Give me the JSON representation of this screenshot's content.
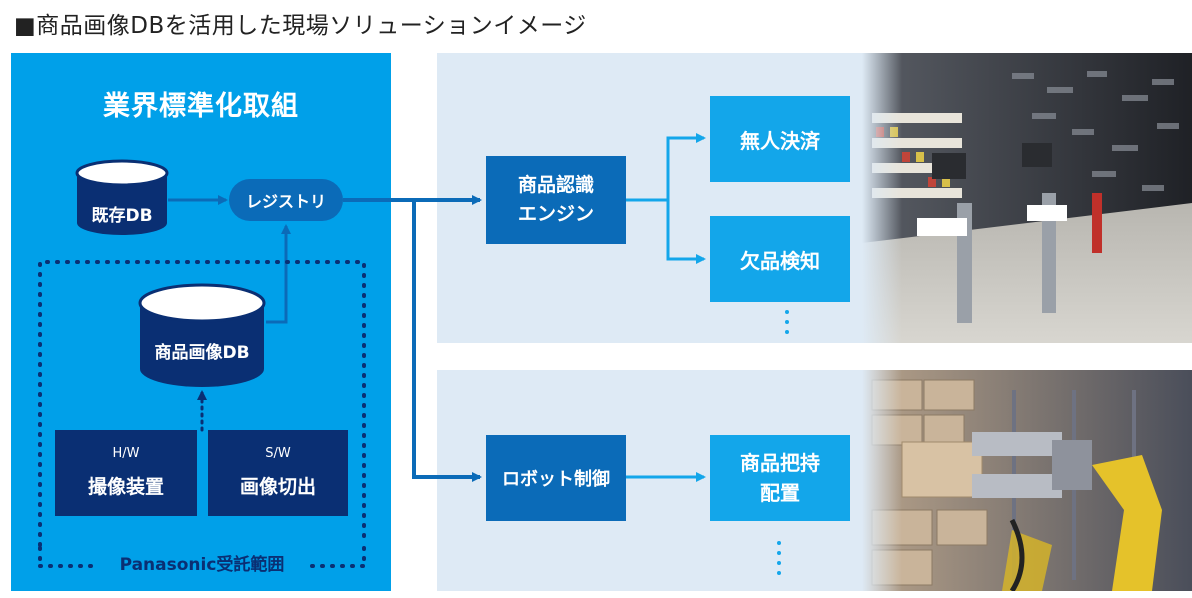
{
  "title": "■商品画像DBを活用した現場ソリューションイメージ",
  "left_panel": {
    "heading": "業界標準化取組",
    "existing_db": "既存DB",
    "registry": "レジストリ",
    "product_image_db": "商品画像DB",
    "hw": {
      "tag": "H/W",
      "label": "撮像装置"
    },
    "sw": {
      "tag": "S/W",
      "label": "画像切出"
    },
    "scope_label": "Panasonic受託範囲"
  },
  "top_flow": {
    "engine_line1": "商品認識",
    "engine_line2": "エンジン",
    "outputs": [
      "無人決済",
      "欠品検知"
    ]
  },
  "bottom_flow": {
    "robot": "ロボット制御",
    "output_line1": "商品把持",
    "output_line2": "配置"
  },
  "icons": [
    "cylinder-icon",
    "ellipsis-vertical-icon",
    "arrow-icon"
  ],
  "colors": {
    "panel_blue": "#00a0e9",
    "navy": "#0a2f73",
    "mid_blue": "#0b6bb8",
    "light_blue": "#13a6ea",
    "pale_panel": "#deeaf5"
  }
}
